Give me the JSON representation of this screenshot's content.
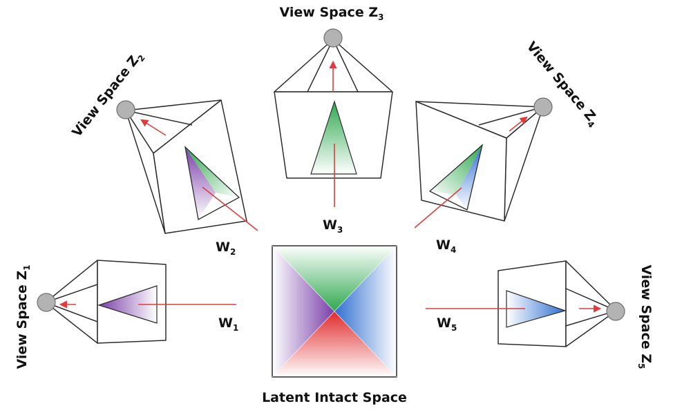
{
  "labels": {
    "z1": {
      "main": "View Space Z",
      "sub": "1"
    },
    "z2": {
      "main": "View Space Z",
      "sub": "2"
    },
    "z3": {
      "main": "View Space Z",
      "sub": "3"
    },
    "z4": {
      "main": "View Space Z",
      "sub": "4"
    },
    "z5": {
      "main": "View Space Z",
      "sub": "5"
    },
    "w1": {
      "main": "W",
      "sub": "1"
    },
    "w2": {
      "main": "W",
      "sub": "2"
    },
    "w3": {
      "main": "W",
      "sub": "3"
    },
    "w4": {
      "main": "W",
      "sub": "4"
    },
    "w5": {
      "main": "W",
      "sub": "5"
    },
    "latent": "Latent Intact Space"
  },
  "colors": {
    "purple": "#7a3fa8",
    "green": "#2ea84e",
    "blue": "#2f6fd0",
    "red": "#e02b2b",
    "arrow": "#e23b3b",
    "ball": "#b3b3b3"
  }
}
